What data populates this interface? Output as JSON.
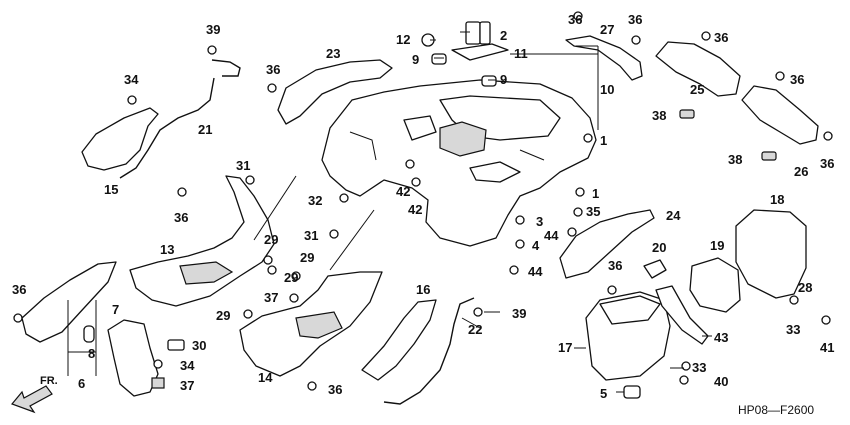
{
  "diagram_code": "HP08—F2600",
  "direction_label": "FR.",
  "callouts": [
    "1",
    "2",
    "3",
    "4",
    "5",
    "6",
    "7",
    "8",
    "9",
    "10",
    "11",
    "12",
    "13",
    "14",
    "15",
    "16",
    "17",
    "18",
    "19",
    "20",
    "21",
    "22",
    "23",
    "24",
    "25",
    "26",
    "27",
    "28",
    "29",
    "30",
    "31",
    "32",
    "33",
    "34",
    "35",
    "36",
    "37",
    "38",
    "39",
    "40",
    "41",
    "42",
    "43",
    "44"
  ]
}
